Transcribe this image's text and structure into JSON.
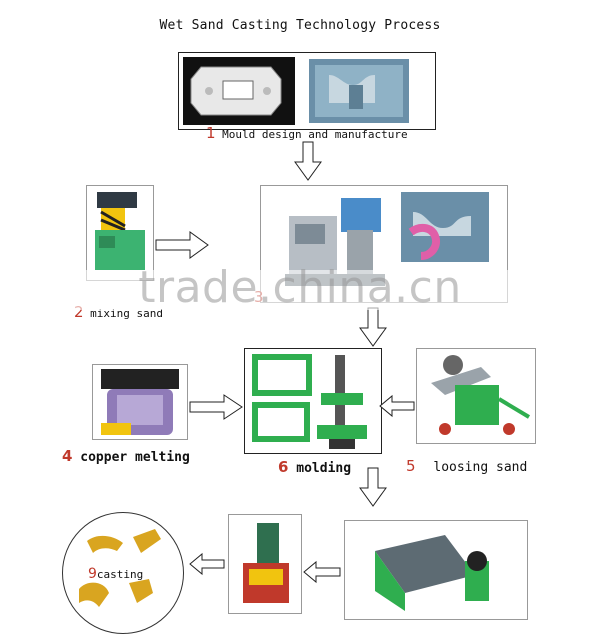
{
  "title": "Wet Sand Casting Technology Process",
  "steps": {
    "s1": {
      "num": "1",
      "label": "Mould design and manufacture"
    },
    "s2": {
      "num": "2",
      "label": "mixing sand"
    },
    "s3": {
      "num": "3",
      "label": ""
    },
    "s4": {
      "num": "4",
      "label": "copper melting"
    },
    "s5": {
      "num": "5",
      "label": "loosing sand"
    },
    "s6": {
      "num": "6",
      "label": "molding"
    },
    "s9": {
      "num": "9",
      "label": "casting"
    }
  },
  "watermark": "trade.china.cn",
  "colors": {
    "step_number": "#c0392b",
    "machine_green": "#2fae4f",
    "copper": "#d9a520",
    "mould_pink": "#e05fa8"
  }
}
